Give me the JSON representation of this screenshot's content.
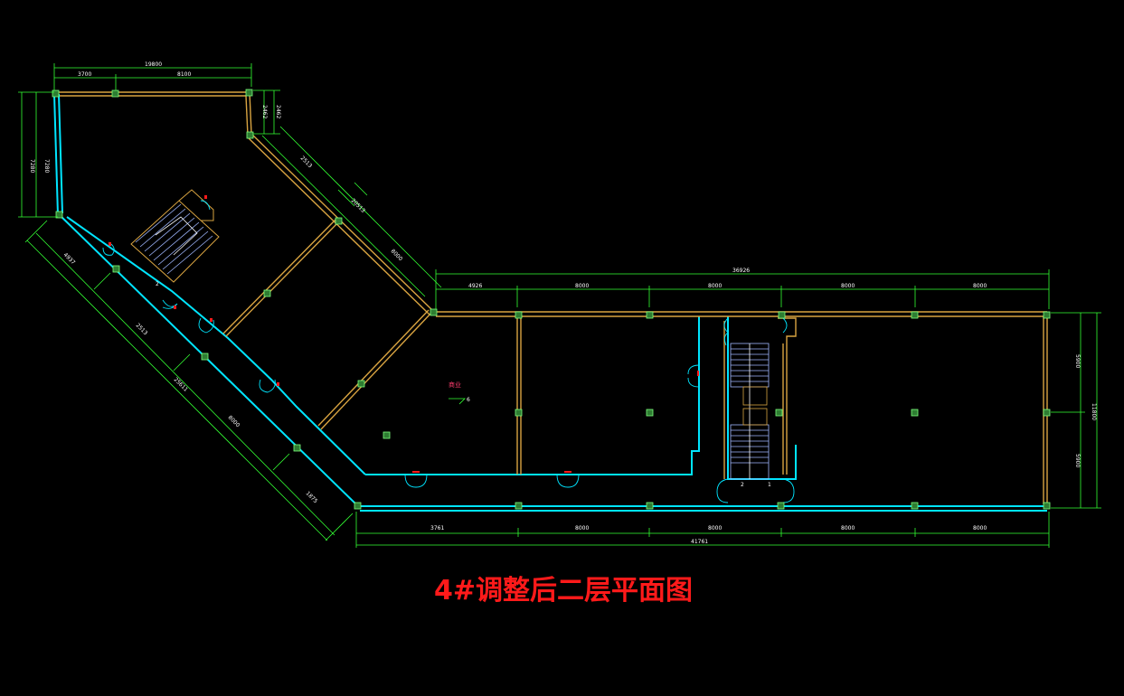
{
  "title": "4#调整后二层平面图",
  "colors": {
    "background": "#000000",
    "outer_wall": "#00e5ff",
    "partition_wall": "#d9a441",
    "dimension_line": "#33ff33",
    "column": "#3cb44b",
    "dimension_text": "#ffffff",
    "title": "#ff1a1a",
    "room_label": "#ff3d6e",
    "stair": "#9fb7ff"
  },
  "dimensions": {
    "top_left_total": "19800",
    "top_left_seg_1": "3700",
    "top_left_seg_2": "8100",
    "left_height_outer": "7280",
    "left_height_inner": "7280",
    "small_right_outer": "2462",
    "small_right_inner": "2462",
    "diag_upper_seg": "2513",
    "diag_upper_total": "20513",
    "diag_upper_8000": "8000",
    "diag_lower_seg_1": "4937",
    "diag_lower_seg_2": "2513",
    "diag_lower_total": "25611",
    "diag_lower_8000": "8000",
    "diag_lower_seg_3": "1875",
    "right_top_total": "36926",
    "right_top_seg_1": "4926",
    "right_top_seg_2": "8000",
    "right_top_seg_3": "8000",
    "right_top_seg_4": "8000",
    "right_top_seg_5": "8000",
    "bottom_seg_1": "3761",
    "bottom_seg_2": "8000",
    "bottom_seg_3": "8000",
    "bottom_seg_4": "8000",
    "bottom_seg_5": "8000",
    "bottom_total": "41761",
    "right_side_top": "5900",
    "right_side_total": "11800",
    "right_side_bottom": "5900"
  },
  "room_label": "商业",
  "room_marker": "6",
  "stair_labels": {
    "top": "2",
    "bottom_left": "2",
    "bottom_right": "1"
  }
}
